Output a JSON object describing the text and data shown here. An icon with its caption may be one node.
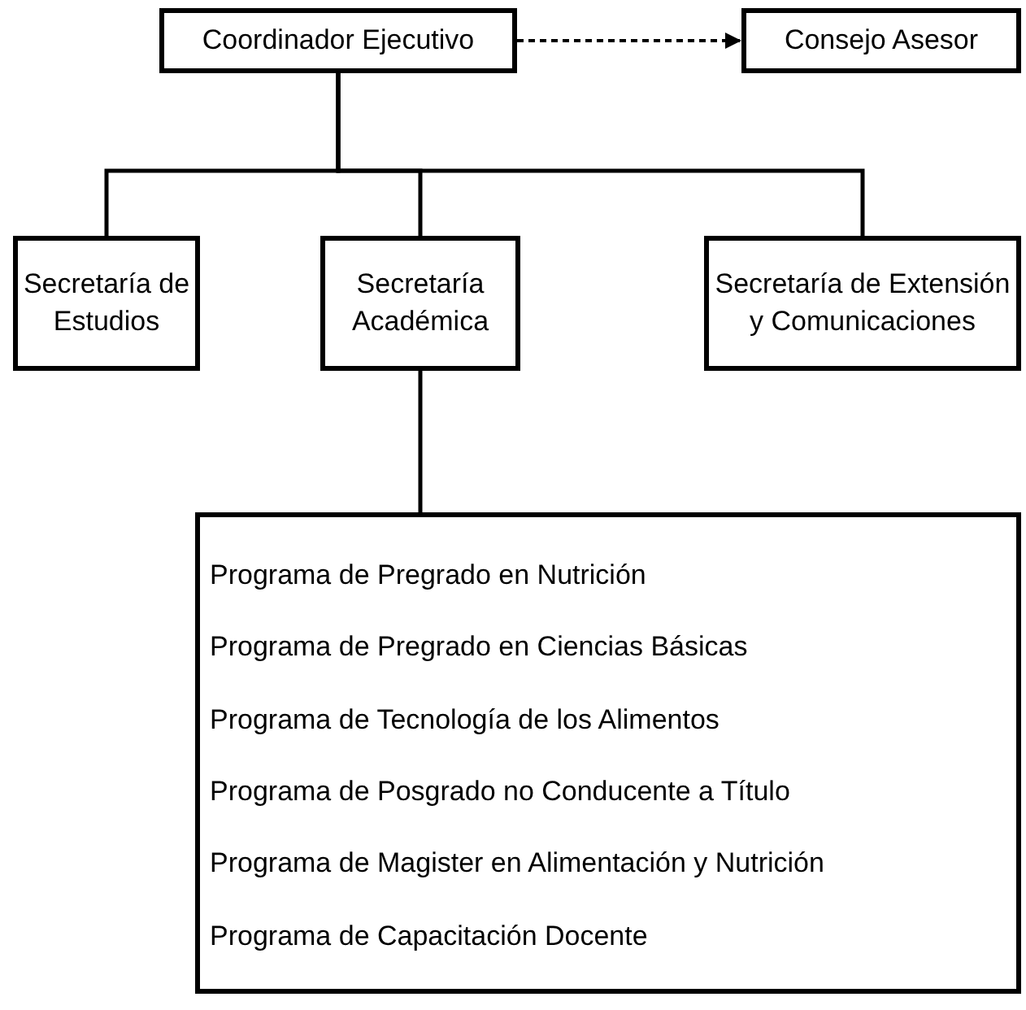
{
  "diagram": {
    "nodes": [
      {
        "text": [
          "Coordinador Ejecutivo"
        ]
      },
      {
        "text": [
          "Consejo Asesor"
        ]
      },
      {
        "text": [
          "Secretaría de Estudios"
        ]
      },
      {
        "text": [
          "Secretaría Académica"
        ]
      },
      {
        "text": [
          "Secretaría de Extensión y Comunicaciones"
        ]
      },
      {
        "text": [
          "Programa de Pregrado en Nutrición",
          "Programa de Pregrado en Ciencias Básicas",
          "Programa de Tecnología de los Alimentos",
          "Programa de Posgrado no Conducente a Título",
          "Programa de Magister en Alimentación y Nutrición",
          "Programa de Capacitación Docente"
        ]
      }
    ],
    "edges": [
      {
        "from": 0,
        "to": 1,
        "arrow": "to",
        "style": "dashed"
      },
      {
        "from": 0,
        "to": 2,
        "arrow": "none"
      },
      {
        "from": 0,
        "to": 3,
        "arrow": "none"
      },
      {
        "from": 0,
        "to": 4,
        "arrow": "none"
      },
      {
        "from": 3,
        "to": 5,
        "arrow": "none"
      }
    ]
  }
}
